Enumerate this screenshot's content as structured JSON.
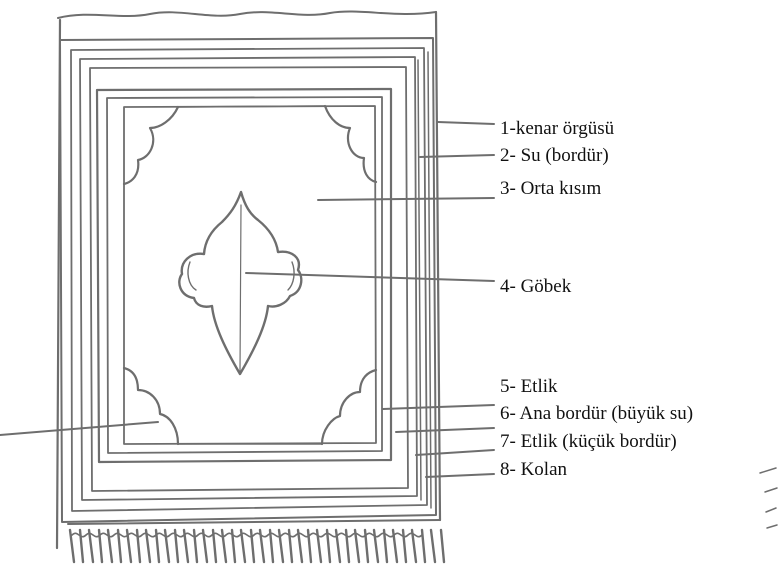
{
  "diagram": {
    "labels": [
      {
        "id": "kenar",
        "text": "1-kenar örgüsü"
      },
      {
        "id": "su",
        "text": "2- Su (bordür)"
      },
      {
        "id": "orta",
        "text": "3- Orta kısım"
      },
      {
        "id": "gobek",
        "text": "4- Göbek"
      },
      {
        "id": "etlik",
        "text": "5- Etlik"
      },
      {
        "id": "ana",
        "text": "6- Ana bordür (büyük su)"
      },
      {
        "id": "etlik-kucuk",
        "text": "7- Etlik (küçük bordür)"
      },
      {
        "id": "kolan",
        "text": "8- Kolan"
      }
    ]
  }
}
